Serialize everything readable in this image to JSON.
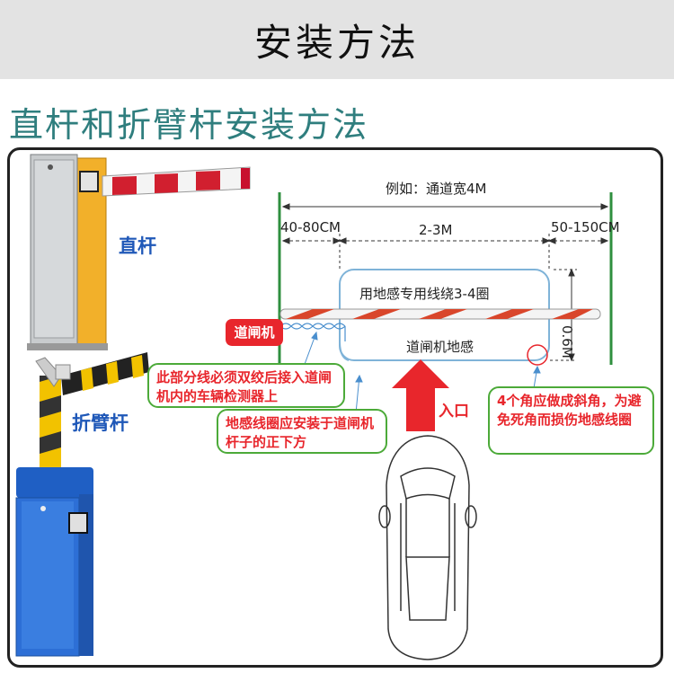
{
  "header": {
    "title": "安装方法"
  },
  "section": {
    "title": "直杆和折臂杆安装方法"
  },
  "labels": {
    "straight_pole": "直杆",
    "folding_arm": "折臂杆",
    "gate_machine": "道闸机",
    "entry": "入口"
  },
  "dimensions": {
    "example": "例如：通道宽4M",
    "left_gap": "40-80CM",
    "middle": "2-3M",
    "right_gap": "50-150CM",
    "depth": "0.6M"
  },
  "loop": {
    "top_label": "用地感专用线绕3-4圈",
    "bottom_label": "道闸机地感"
  },
  "callouts": {
    "twisted_wire": "此部分线必须双绞后接入道闸机内的车辆检测器上",
    "loop_position": "地感线圈应安装于道闸机杆子的正下方",
    "corners": "4个角应做成斜角，为避免死角而损伤地感线圈"
  },
  "colors": {
    "accent_teal": "#2f7e7e",
    "label_blue": "#1f58b8",
    "warning_red": "#e8262c",
    "callout_green": "#4caa39",
    "lane_green": "#2f8f3f"
  }
}
